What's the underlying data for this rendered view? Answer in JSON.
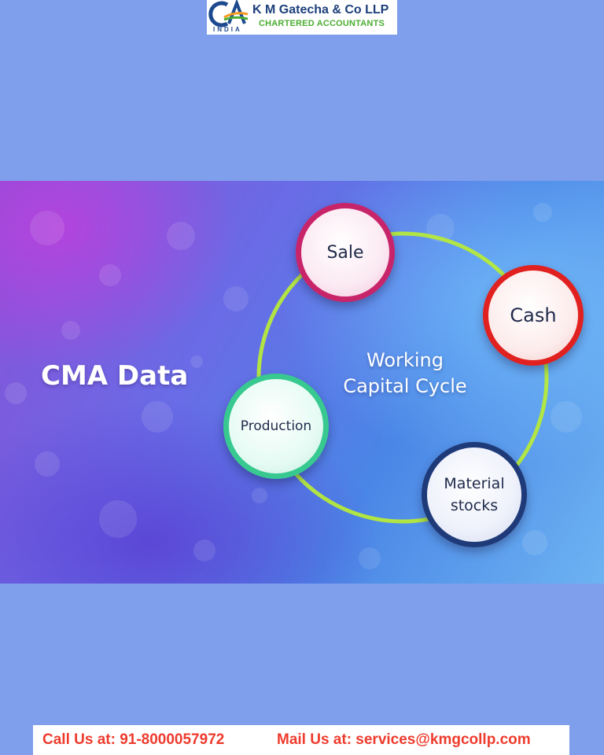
{
  "header": {
    "logo_mark": "CA",
    "logo_sub": "INDIA",
    "firm_name": "K M Gatecha & Co LLP",
    "firm_tagline": "CHARTERED ACCOUNTANTS"
  },
  "banner": {
    "title": "CMA Data",
    "cycle_label_line1": "Working",
    "cycle_label_line2": "Capital Cycle",
    "nodes": [
      {
        "label": "Sale",
        "color": "#c8246a"
      },
      {
        "label": "Cash",
        "color": "#e0211f"
      },
      {
        "label": "Material",
        "label_line2": "stocks",
        "color": "#1f3a78"
      },
      {
        "label": "Production",
        "color": "#37c98f"
      }
    ],
    "ring_color": "#b6ea3a"
  },
  "footer": {
    "call": "Call Us at: 91-8000057972",
    "mail": "Mail Us at: services@kmgcollp.com"
  },
  "colors": {
    "page_background": "#7f9fec",
    "brand_blue": "#1c3f7a",
    "brand_green": "#4cae33",
    "contact_red": "#ee3b2d"
  }
}
